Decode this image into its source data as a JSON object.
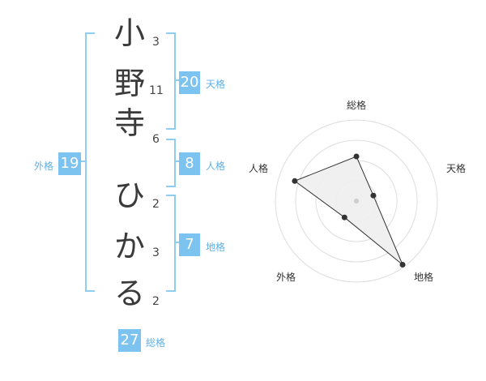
{
  "name": {
    "characters": [
      {
        "char": "小",
        "strokes": "3"
      },
      {
        "char": "野",
        "strokes": "11"
      },
      {
        "char": "寺",
        "strokes": "6"
      },
      {
        "char": "ひ",
        "strokes": "2"
      },
      {
        "char": "か",
        "strokes": "3"
      },
      {
        "char": "る",
        "strokes": "2"
      }
    ]
  },
  "fortune": {
    "tenkaku": {
      "value": "20",
      "label": "天格"
    },
    "jinkaku": {
      "value": "8",
      "label": "人格"
    },
    "chikaku": {
      "value": "7",
      "label": "地格"
    },
    "gaikaku": {
      "value": "19",
      "label": "外格"
    },
    "soukaku": {
      "value": "27",
      "label": "総格"
    }
  },
  "radar": {
    "labels": {
      "top": "総格",
      "right": "天格",
      "bottom_right": "地格",
      "bottom_left": "外格",
      "left": "人格"
    },
    "levels": 4,
    "values_fraction": {
      "soukaku": 0.55,
      "tenkaku": 0.22,
      "chikaku": 0.97,
      "gaikaku": 0.25,
      "jinkaku": 0.8
    }
  },
  "colors": {
    "accent": "#7cc3ef",
    "bracket": "#8fcdf2",
    "label_text": "#5fb0e6",
    "radar_fill": "#eeeeee",
    "radar_grid": "#dddddd"
  }
}
